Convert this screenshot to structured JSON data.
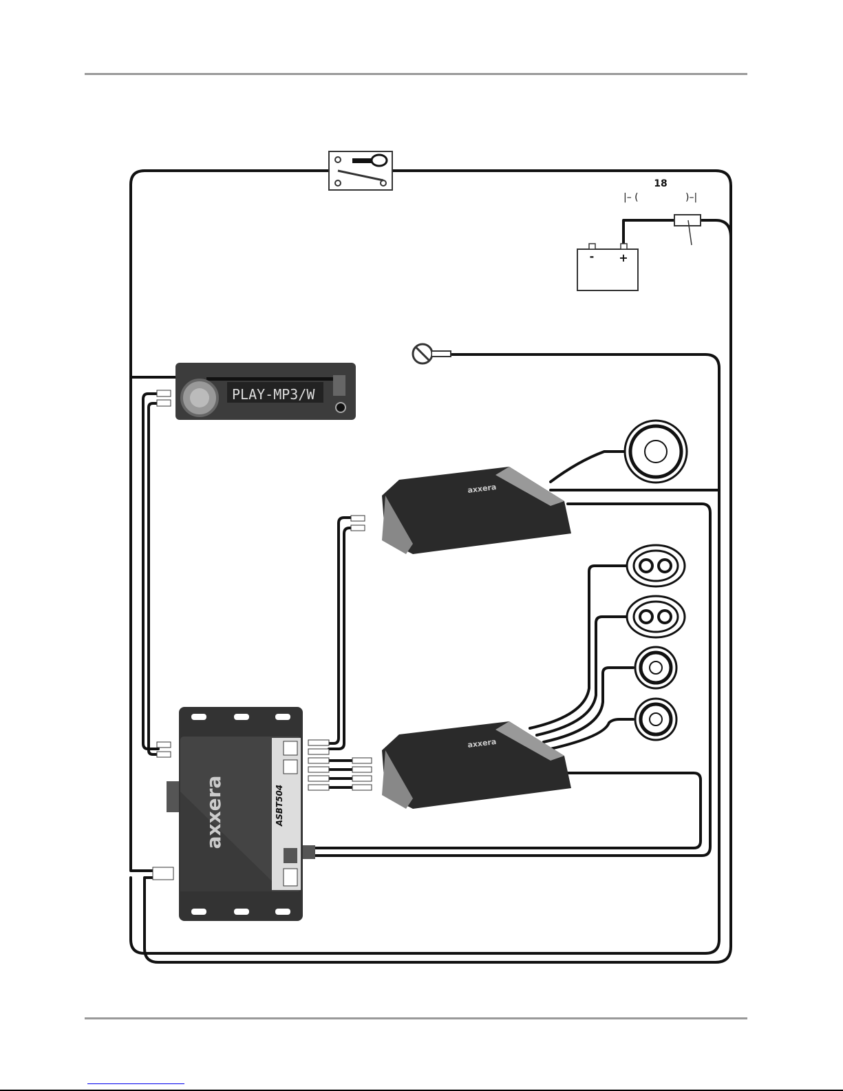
{
  "fuse_label": {
    "distance": "18",
    "left_bracket": "|– (",
    "right_bracket": ")–|"
  },
  "battery": {
    "minus": "-",
    "plus": "+"
  },
  "head_unit": {
    "display_text": "PLAY-MP3/W"
  },
  "amplifier_brand": "axxera",
  "processor": {
    "brand": "axxera",
    "model": "ASBT504"
  },
  "colors": {
    "wire": "#111111",
    "rule": "#999999",
    "device": "#3a3a3a",
    "link": "#0000ee"
  }
}
